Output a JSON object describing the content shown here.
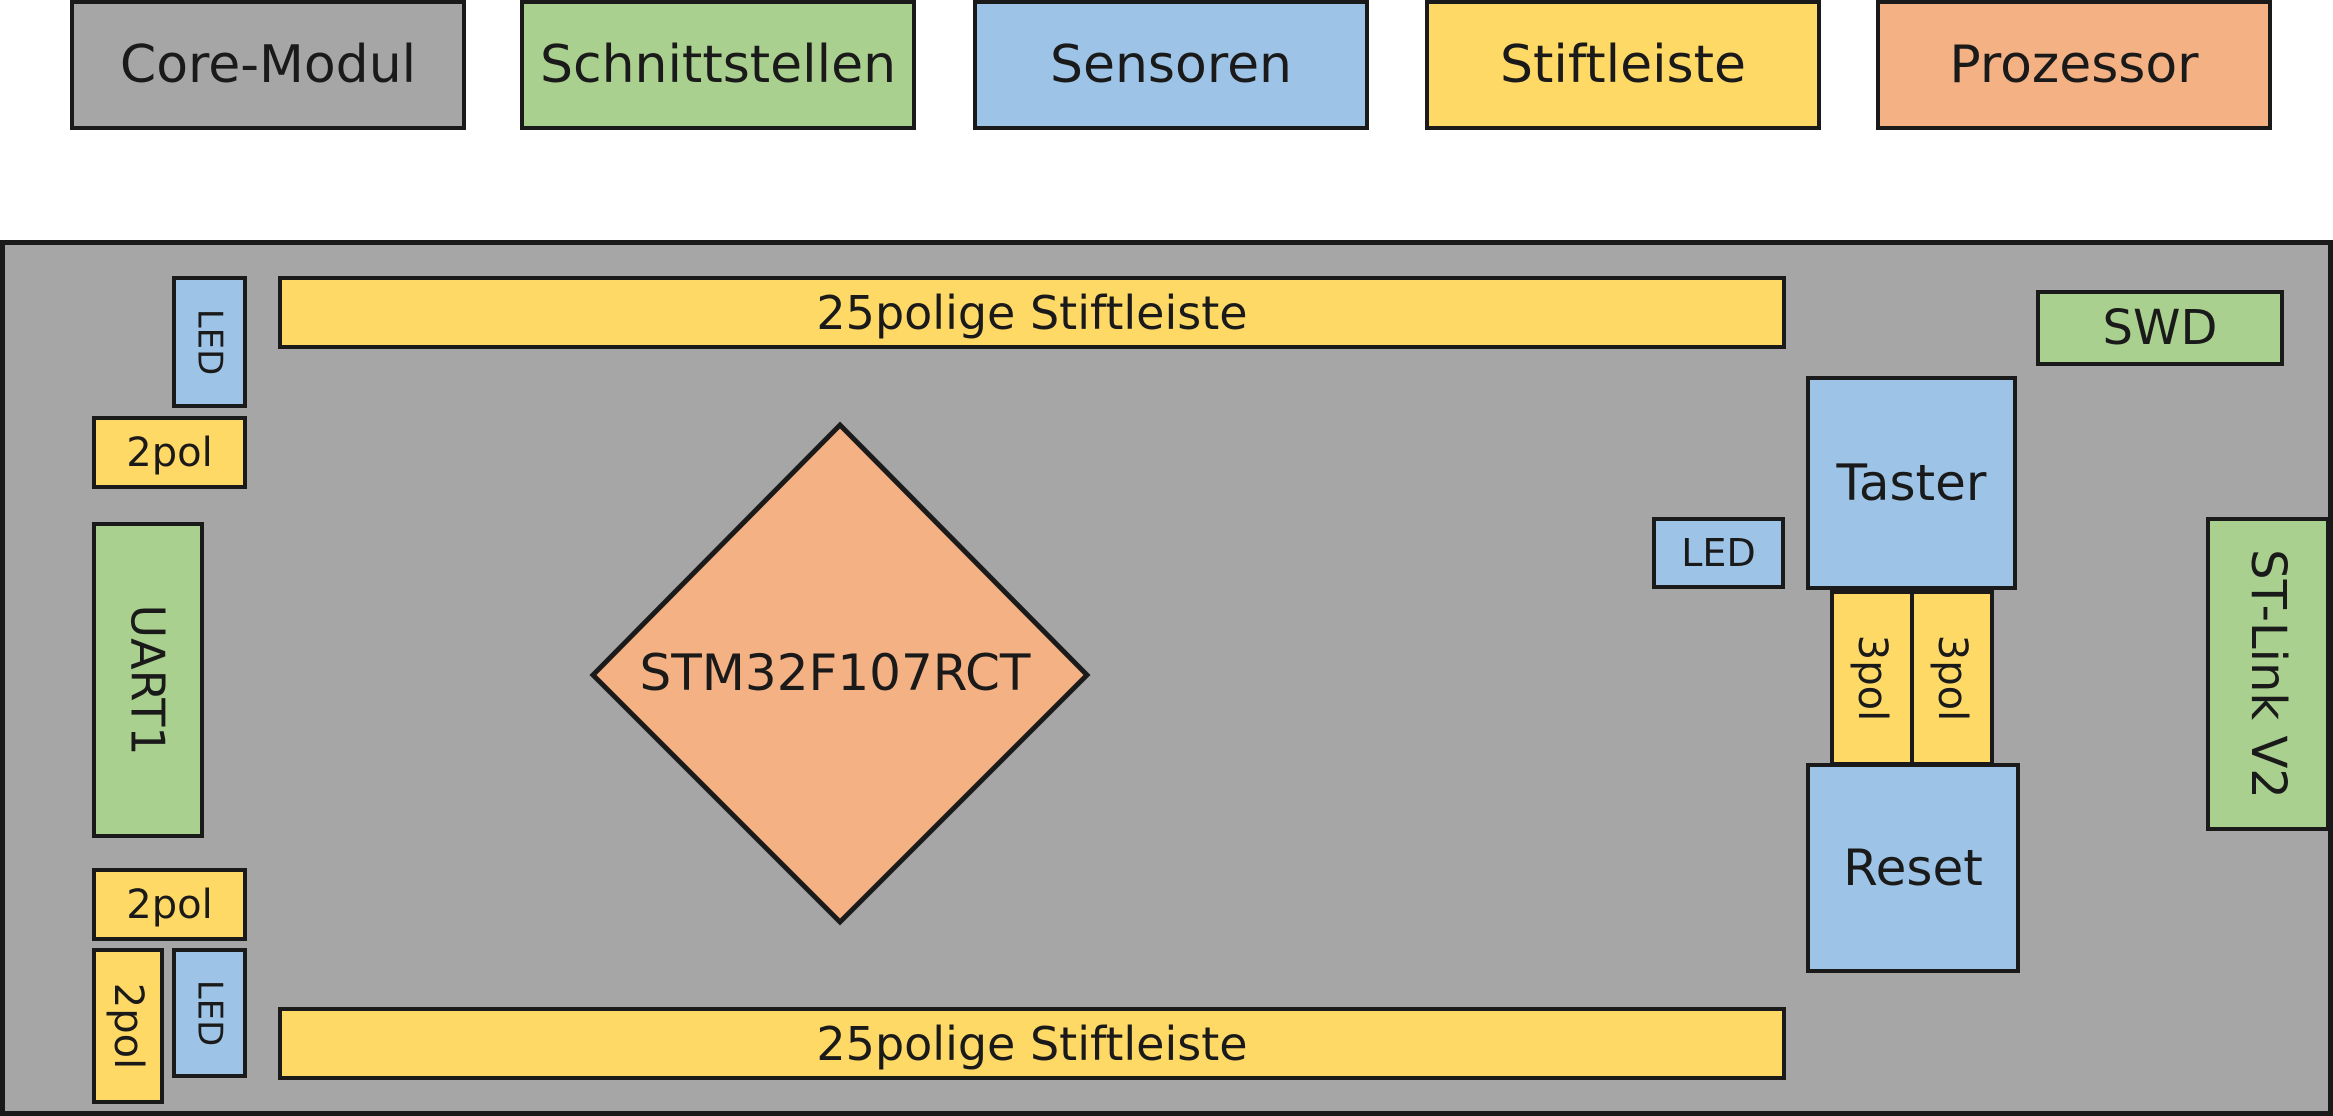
{
  "legend": {
    "core": "Core-Modul",
    "interfaces": "Schnittstellen",
    "sensors": "Sensoren",
    "header": "Stiftleiste",
    "processor": "Prozessor"
  },
  "board": {
    "top_header": "25polige Stiftleiste",
    "bottom_header": "25polige Stiftleiste",
    "processor": "STM32F107RCT",
    "swd": "SWD",
    "st_link": "ST-Link V2",
    "uart": "UART1",
    "taster": "Taster",
    "reset": "Reset",
    "led_top_left": "LED",
    "led_bottom_left": "LED",
    "led_right": "LED",
    "pol2_top": "2pol",
    "pol2_mid": "2pol",
    "pol2_bottom": "2pol",
    "pol3_left": "3pol",
    "pol3_right": "3pol"
  },
  "colors": {
    "core": "#a6a6a6",
    "interfaces": "#a9d08e",
    "sensors": "#9dc3e6",
    "header": "#ffd966",
    "processor": "#f4b183"
  }
}
